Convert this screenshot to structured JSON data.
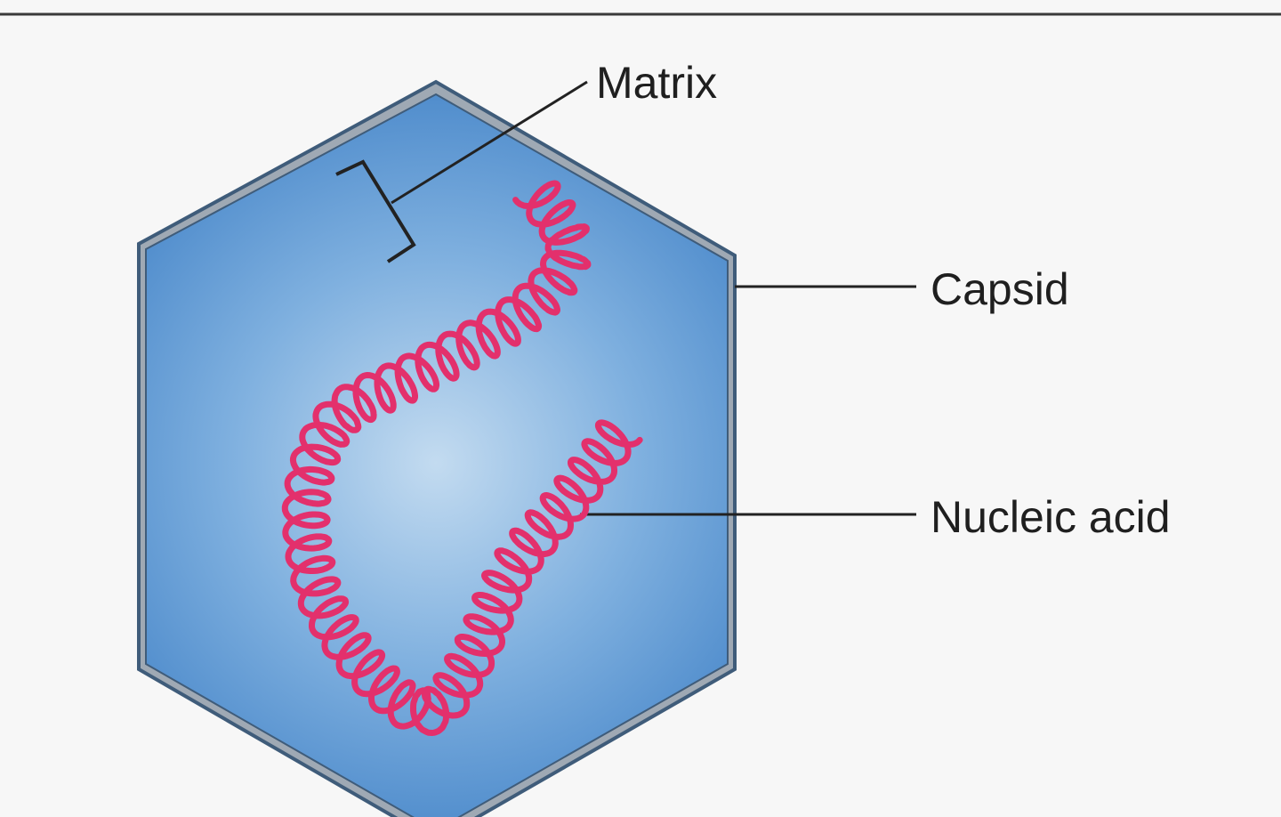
{
  "labels": {
    "matrix": "Matrix",
    "capsid": "Capsid",
    "nucleic_acid": "Nucleic acid"
  },
  "colors": {
    "background": "#f7f7f7",
    "capsid_fill_light": "#b9d4ec",
    "capsid_fill_dark": "#5d98d2",
    "capsid_outline": "#3f5c7a",
    "nucleic_acid": "#e3306c",
    "leader_line": "#222222"
  },
  "icons": {
    "nucleic_acid_strand": "coiled-helix"
  }
}
